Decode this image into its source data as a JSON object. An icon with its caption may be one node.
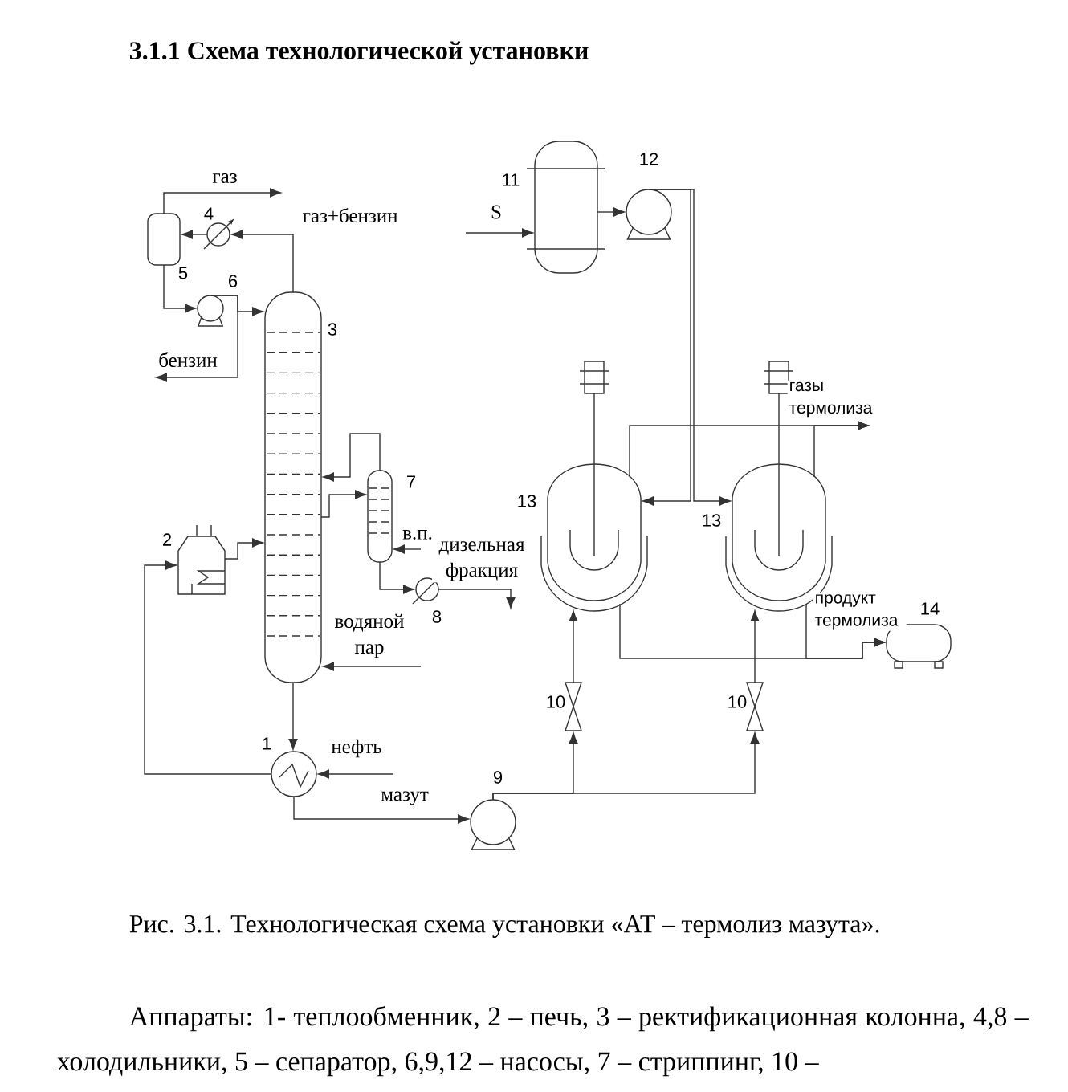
{
  "diagram": {
    "title": "3.1.1 Схема технологической установки",
    "caption": "Рис. 3.1. Технологическая схема установки «АТ – термолиз мазута».",
    "nodes": [
      {
        "text": [],
        "shape": "exchanger",
        "beside": [
          "1"
        ]
      },
      {
        "text": [],
        "shape": "furnace",
        "beside": [
          "2"
        ]
      },
      {
        "text": [],
        "shape": "column",
        "beside": [
          "3"
        ]
      },
      {
        "text": [],
        "shape": "cooler",
        "beside": [
          "4"
        ]
      },
      {
        "text": [],
        "shape": "separator",
        "beside": [
          "5"
        ]
      },
      {
        "text": [],
        "shape": "pump",
        "beside": [
          "6"
        ]
      },
      {
        "text": [],
        "shape": "stripper",
        "beside": [
          "7"
        ]
      },
      {
        "text": [],
        "shape": "cooler",
        "beside": [
          "8"
        ]
      },
      {
        "text": [],
        "shape": "pump",
        "beside": [
          "9"
        ]
      },
      {
        "text": [],
        "shape": "valve",
        "beside": [
          "10"
        ]
      },
      {
        "text": [],
        "shape": "valve",
        "beside": [
          "10"
        ]
      },
      {
        "text": [],
        "shape": "vessel",
        "beside": [
          "11"
        ]
      },
      {
        "text": [],
        "shape": "pump",
        "beside": [
          "12"
        ]
      },
      {
        "text": [],
        "shape": "reactor",
        "beside": [
          "13"
        ]
      },
      {
        "text": [],
        "shape": "reactor",
        "beside": [
          "13"
        ]
      },
      {
        "text": [],
        "shape": "tank",
        "beside": [
          "14"
        ]
      }
    ],
    "edges": [
      {
        "from": 2,
        "to": 3,
        "arrow": "to",
        "label": "газ+бензин"
      },
      {
        "from": 3,
        "to": 4,
        "arrow": "to"
      },
      {
        "from": 4,
        "to": null,
        "arrow": "to",
        "label": "газ"
      },
      {
        "from": 4,
        "to": 5,
        "arrow": "to"
      },
      {
        "from": 5,
        "to": 2,
        "arrow": "to"
      },
      {
        "from": 5,
        "to": null,
        "arrow": "to",
        "label": "бензин"
      },
      {
        "from": 2,
        "to": 6,
        "arrow": "to"
      },
      {
        "from": 6,
        "to": 2,
        "arrow": "to"
      },
      {
        "from": null,
        "to": 6,
        "arrow": "to",
        "label": "в.п."
      },
      {
        "from": 6,
        "to": 7,
        "arrow": "to"
      },
      {
        "from": 7,
        "to": null,
        "arrow": "to",
        "label": "дизельная фракция"
      },
      {
        "from": null,
        "to": 2,
        "arrow": "to",
        "label": "водяной пар"
      },
      {
        "from": 1,
        "to": 2,
        "arrow": "to"
      },
      {
        "from": 2,
        "to": 0,
        "arrow": "to"
      },
      {
        "from": null,
        "to": 0,
        "arrow": "to",
        "label": "нефть"
      },
      {
        "from": 0,
        "to": 1,
        "arrow": "to"
      },
      {
        "from": 0,
        "to": 8,
        "arrow": "to",
        "label": "мазут"
      },
      {
        "from": 8,
        "to": 9,
        "arrow": "to"
      },
      {
        "from": 8,
        "to": 10,
        "arrow": "to"
      },
      {
        "from": 9,
        "to": 13,
        "arrow": "to"
      },
      {
        "from": 10,
        "to": 14,
        "arrow": "to"
      },
      {
        "from": null,
        "to": 11,
        "arrow": "to",
        "label": "S"
      },
      {
        "from": 11,
        "to": 12,
        "arrow": "to"
      },
      {
        "from": 12,
        "to": 13,
        "arrow": "to"
      },
      {
        "from": 12,
        "to": 14,
        "arrow": "to"
      },
      {
        "from": 13,
        "to": null,
        "arrow": "to"
      },
      {
        "from": 14,
        "to": null,
        "arrow": "to",
        "label": "газы термолиза"
      },
      {
        "from": 13,
        "to": 15,
        "arrow": "to"
      },
      {
        "from": 14,
        "to": 15,
        "arrow": "to",
        "label": "продукт термолиза"
      }
    ],
    "labels": [
      "Аппараты: 1- теплообменник, 2 – печь, 3 – ректификационная колонна, 4,8 – холодильники, 5 – сепаратор, 6,9,12 – насосы, 7 – стриппинг, 10 –"
    ]
  }
}
